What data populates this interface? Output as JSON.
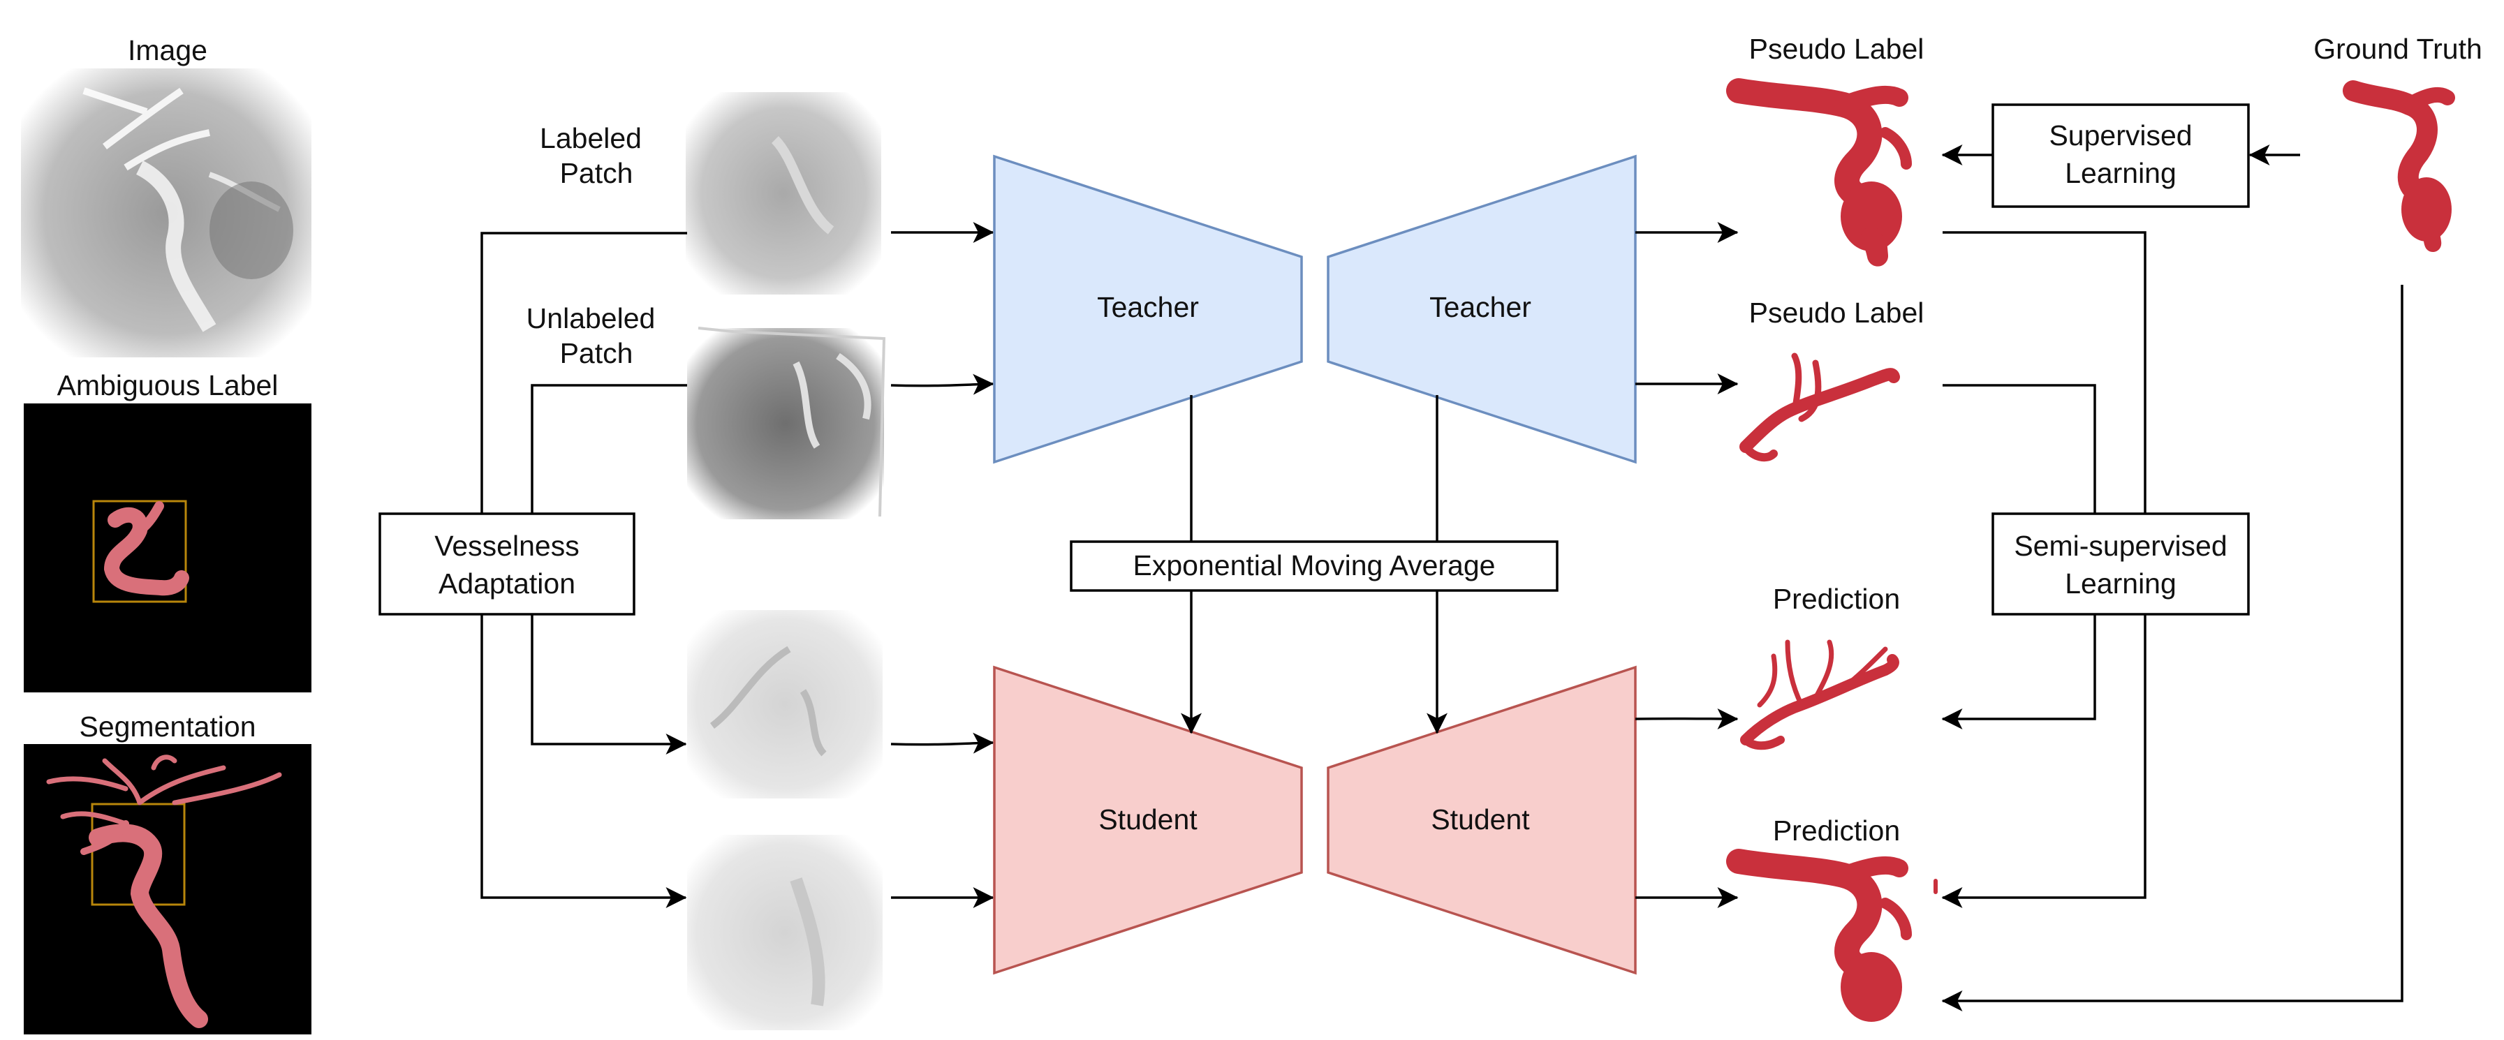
{
  "left_panel": {
    "image_title": "Image",
    "ambiguous_title": "Ambiguous Label",
    "segmentation_title": "Segmentation"
  },
  "patches": {
    "labeled": [
      "Labeled",
      "Patch"
    ],
    "unlabeled": [
      "Unlabeled",
      "Patch"
    ]
  },
  "vesselness": [
    "Vesselness",
    "Adaptation"
  ],
  "ema": "Exponential Moving Average",
  "networks": {
    "teacher_encoder": "Teacher",
    "teacher_decoder": "Teacher",
    "student_encoder": "Student",
    "student_decoder": "Student"
  },
  "outputs": {
    "pseudo_label_1": "Pseudo Label",
    "pseudo_label_2": "Pseudo Label",
    "prediction_1": "Prediction",
    "prediction_2": "Prediction",
    "ground_truth": "Ground Truth"
  },
  "supervised": [
    "Supervised",
    "Learning"
  ],
  "semi_supervised": [
    "Semi-supervised",
    "Learning"
  ],
  "colors": {
    "teacher_fill": "#dae8fc",
    "teacher_stroke": "#6c8ebf",
    "student_fill": "#f8cecc",
    "student_stroke": "#b85450",
    "vessel": "#c9303c",
    "label_box": "#b8860b"
  }
}
